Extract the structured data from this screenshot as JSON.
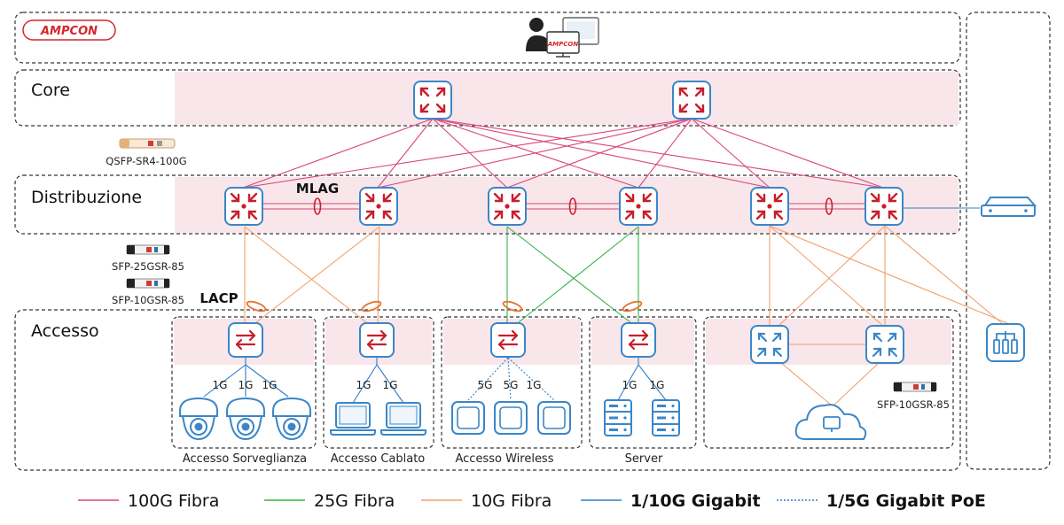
{
  "brand": {
    "logo_text": "AMPCON",
    "monitor_logo_text": "AMPCON"
  },
  "tiers": {
    "core": "Core",
    "distribution": "Distribuzione",
    "access": "Accesso"
  },
  "annotations": {
    "mlag": "MLAG",
    "lacp": "LACP"
  },
  "modules": {
    "qsfp": "QSFP-SR4-100G",
    "sfp25": "SFP-25GSR-85",
    "sfp10": "SFP-10GSR-85",
    "sfp10_right": "SFP-10GSR-85"
  },
  "access_groups": [
    {
      "caption": "Accesso Sorveglianza",
      "speeds": [
        "1G",
        "1G",
        "1G"
      ],
      "device": "camera"
    },
    {
      "caption": "Accesso Cablato",
      "speeds": [
        "1G",
        "1G"
      ],
      "device": "laptop"
    },
    {
      "caption": "Accesso Wireless",
      "speeds": [
        "5G",
        "5G",
        "1G"
      ],
      "device": "access-point"
    },
    {
      "caption": "Server",
      "speeds": [
        "1G",
        "1G"
      ],
      "device": "server"
    }
  ],
  "legend": [
    {
      "label": "100G Fibra",
      "color": "#d9457a",
      "style": "solid",
      "bold": false
    },
    {
      "label": "25G Fibra",
      "color": "#37b34a",
      "style": "solid",
      "bold": false
    },
    {
      "label": "10G Fibra",
      "color": "#f2a06b",
      "style": "solid",
      "bold": false
    },
    {
      "label": "1/10G Gigabit",
      "color": "#2f7fc8",
      "style": "solid",
      "bold": true
    },
    {
      "label": "1/5G Gigabit PoE",
      "color": "#2f7fc8",
      "style": "dotted",
      "bold": true
    }
  ],
  "colors": {
    "switch_red": "#c81e2a",
    "switch_border": "#3a86c8",
    "band": "#f9e6ea",
    "leaf_blue": "#3a86c8"
  },
  "icons": {
    "core_switch": "core-switch-icon",
    "distribution_switch": "distribution-switch-icon",
    "access_switch": "access-switch-icon",
    "leaf_switch": "blue-switch-icon",
    "cloud": "cloud-icon",
    "server_rack": "server-icon",
    "storage": "storage-icon",
    "user_console": "user-console-icon",
    "transceiver": "transceiver-icon"
  }
}
